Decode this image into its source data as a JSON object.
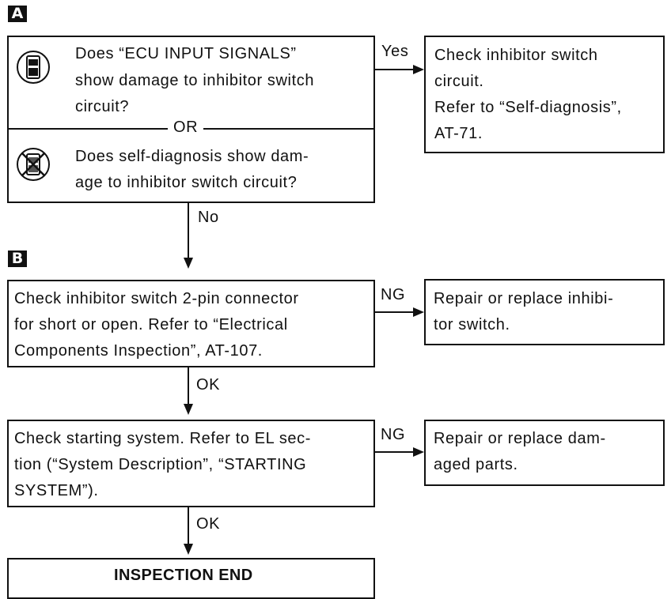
{
  "section_a": {
    "badge": "A",
    "question1": [
      "Does “ECU INPUT SIGNALS”",
      "show damage to inhibitor switch",
      "circuit?"
    ],
    "or_label": "OR",
    "question2": [
      "Does self-diagnosis show dam-",
      "age to inhibitor switch circuit?"
    ],
    "yes_label": "Yes",
    "no_label": "No",
    "yes_box": [
      "Check inhibitor switch",
      "circuit.",
      "Refer to “Self-diagnosis”,",
      "AT-71."
    ],
    "icon1": "consult-tester-icon",
    "icon2": "no-tools-icon"
  },
  "section_b": {
    "badge": "B",
    "step1": [
      "Check inhibitor switch 2-pin connector",
      "for short or open. Refer to “Electrical",
      "Components Inspection”, AT-107."
    ],
    "step1_ng_label": "NG",
    "step1_ng_box": [
      "Repair or replace inhibi-",
      "tor switch."
    ],
    "step1_ok_label": "OK",
    "step2": [
      "Check starting system. Refer to EL sec-",
      "tion (“System Description”, “STARTING",
      "SYSTEM”)."
    ],
    "step2_ng_label": "NG",
    "step2_ng_box": [
      "Repair or replace dam-",
      "aged parts."
    ],
    "step2_ok_label": "OK",
    "end": "INSPECTION END"
  }
}
